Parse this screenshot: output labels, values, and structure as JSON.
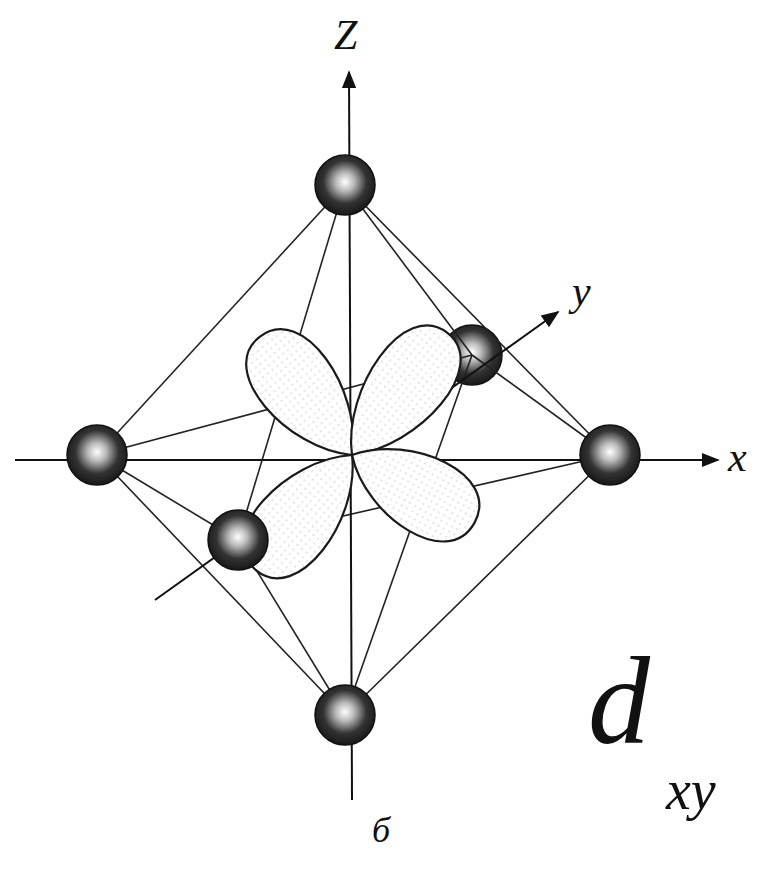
{
  "diagram": {
    "labels": [
      "Z",
      "y",
      "x",
      "б",
      "d",
      "xy"
    ]
  }
}
